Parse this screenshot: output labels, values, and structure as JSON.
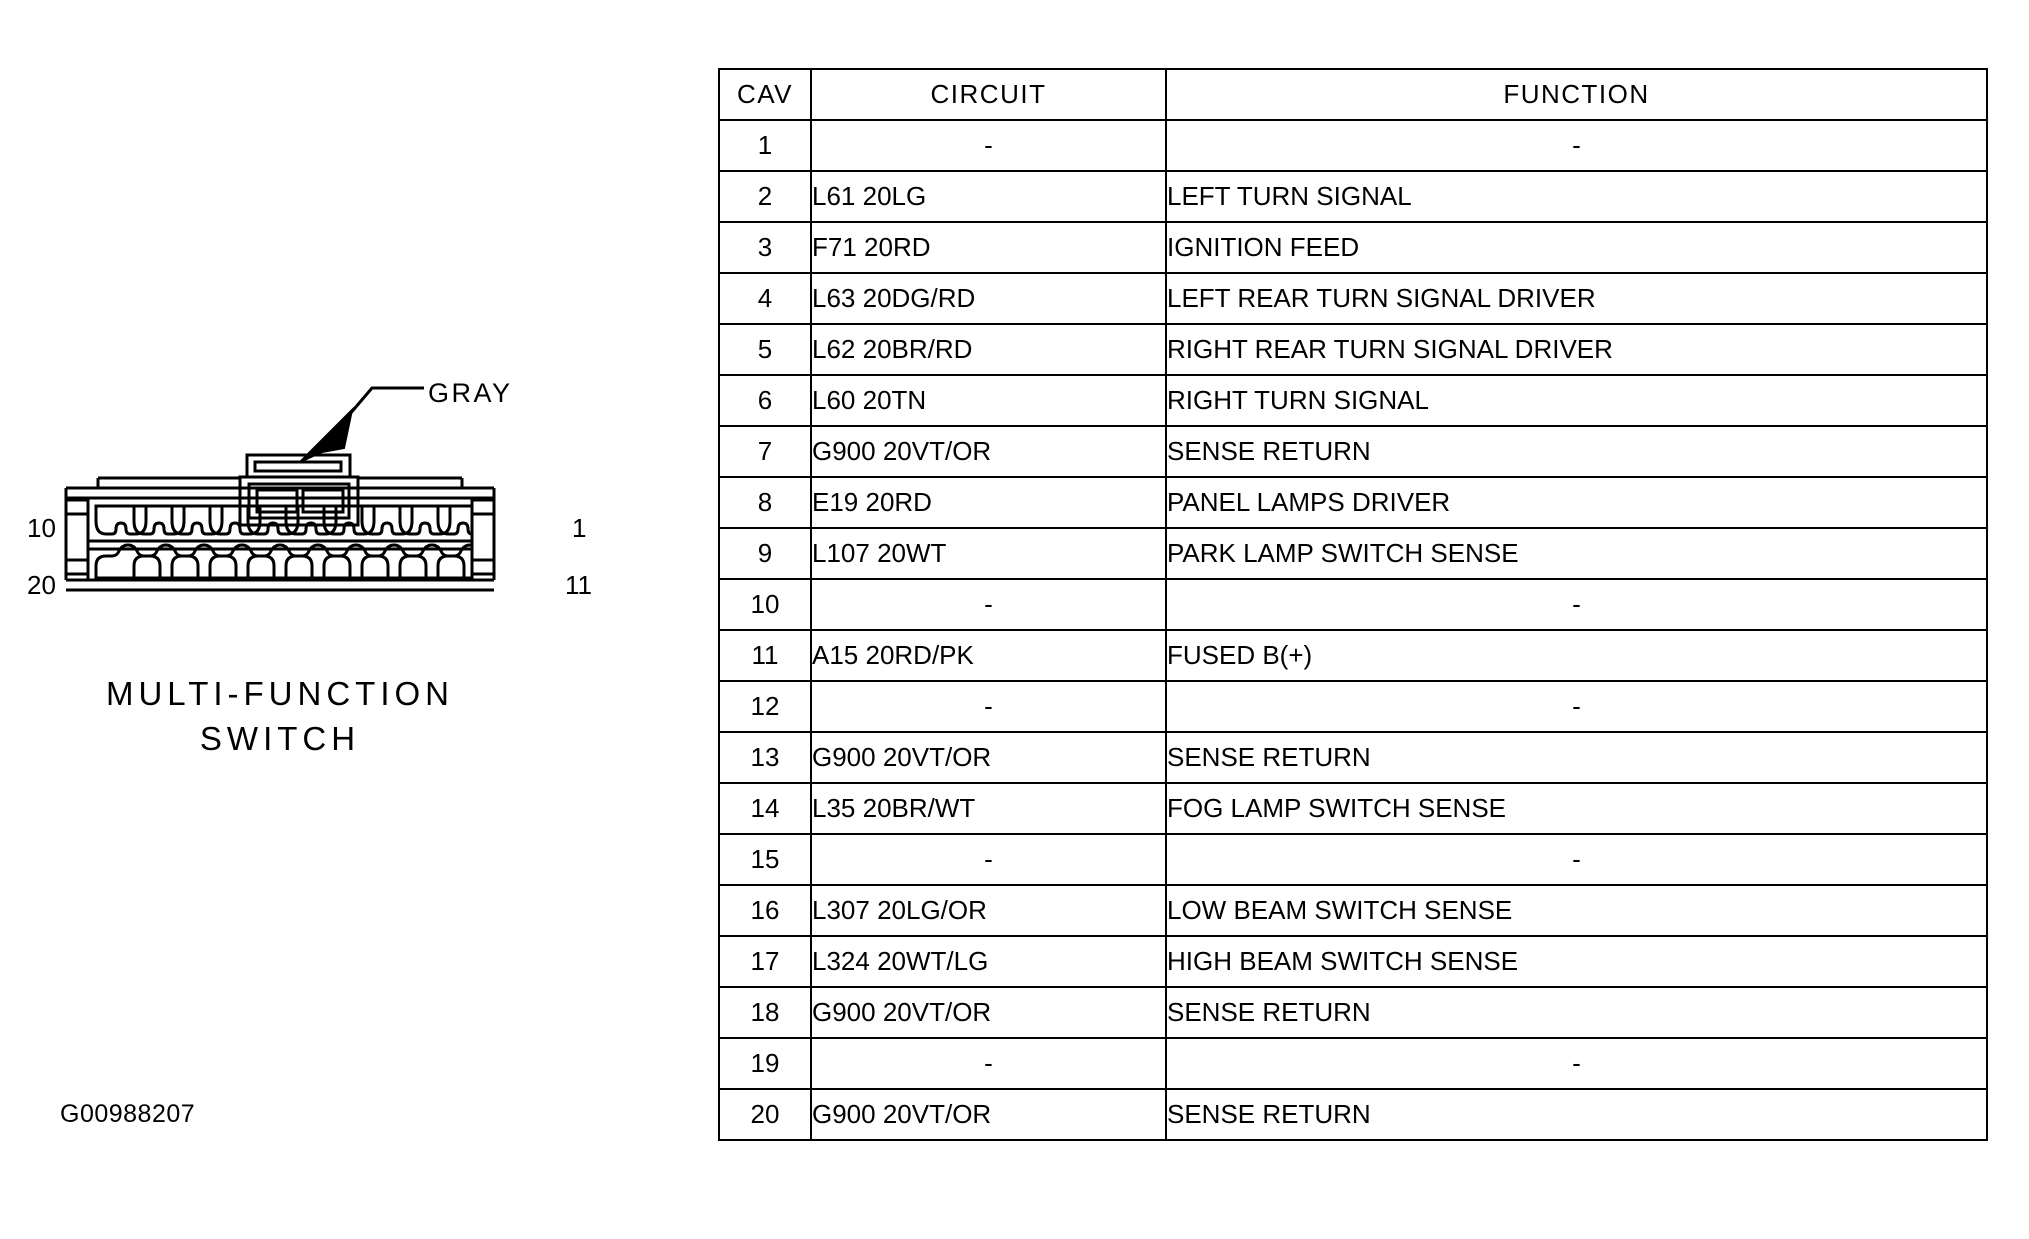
{
  "figure": {
    "id_code": "G00988207",
    "caption_line1": "MULTI-FUNCTION",
    "caption_line2": "SWITCH",
    "callout_label": "GRAY",
    "pin_labels": {
      "top_left": "10",
      "bottom_left": "20",
      "top_right": "1",
      "bottom_right": "11"
    },
    "cavity_count_top_row": 10,
    "cavity_count_bottom_row": 10,
    "line_color": "#000000",
    "background_color": "#ffffff"
  },
  "table": {
    "headers": [
      "CAV",
      "CIRCUIT",
      "FUNCTION"
    ],
    "empty_marker": "-",
    "rows": [
      {
        "cav": "1",
        "circuit": "-",
        "function": "-"
      },
      {
        "cav": "2",
        "circuit": "L61 20LG",
        "function": "LEFT TURN SIGNAL"
      },
      {
        "cav": "3",
        "circuit": "F71 20RD",
        "function": "IGNITION FEED"
      },
      {
        "cav": "4",
        "circuit": "L63 20DG/RD",
        "function": "LEFT REAR TURN SIGNAL DRIVER"
      },
      {
        "cav": "5",
        "circuit": "L62 20BR/RD",
        "function": "RIGHT REAR TURN SIGNAL DRIVER"
      },
      {
        "cav": "6",
        "circuit": "L60 20TN",
        "function": "RIGHT TURN SIGNAL"
      },
      {
        "cav": "7",
        "circuit": "G900 20VT/OR",
        "function": "SENSE RETURN"
      },
      {
        "cav": "8",
        "circuit": "E19 20RD",
        "function": "PANEL LAMPS DRIVER"
      },
      {
        "cav": "9",
        "circuit": "L107 20WT",
        "function": "PARK LAMP SWITCH SENSE"
      },
      {
        "cav": "10",
        "circuit": "-",
        "function": "-"
      },
      {
        "cav": "11",
        "circuit": "A15 20RD/PK",
        "function": "FUSED B(+)"
      },
      {
        "cav": "12",
        "circuit": "-",
        "function": "-"
      },
      {
        "cav": "13",
        "circuit": "G900 20VT/OR",
        "function": "SENSE RETURN"
      },
      {
        "cav": "14",
        "circuit": "L35 20BR/WT",
        "function": "FOG LAMP SWITCH SENSE"
      },
      {
        "cav": "15",
        "circuit": "-",
        "function": "-"
      },
      {
        "cav": "16",
        "circuit": "L307 20LG/OR",
        "function": "LOW BEAM SWITCH SENSE"
      },
      {
        "cav": "17",
        "circuit": "L324 20WT/LG",
        "function": "HIGH BEAM SWITCH SENSE"
      },
      {
        "cav": "18",
        "circuit": "G900 20VT/OR",
        "function": "SENSE RETURN"
      },
      {
        "cav": "19",
        "circuit": "-",
        "function": "-"
      },
      {
        "cav": "20",
        "circuit": "G900 20VT/OR",
        "function": "SENSE RETURN"
      }
    ]
  }
}
